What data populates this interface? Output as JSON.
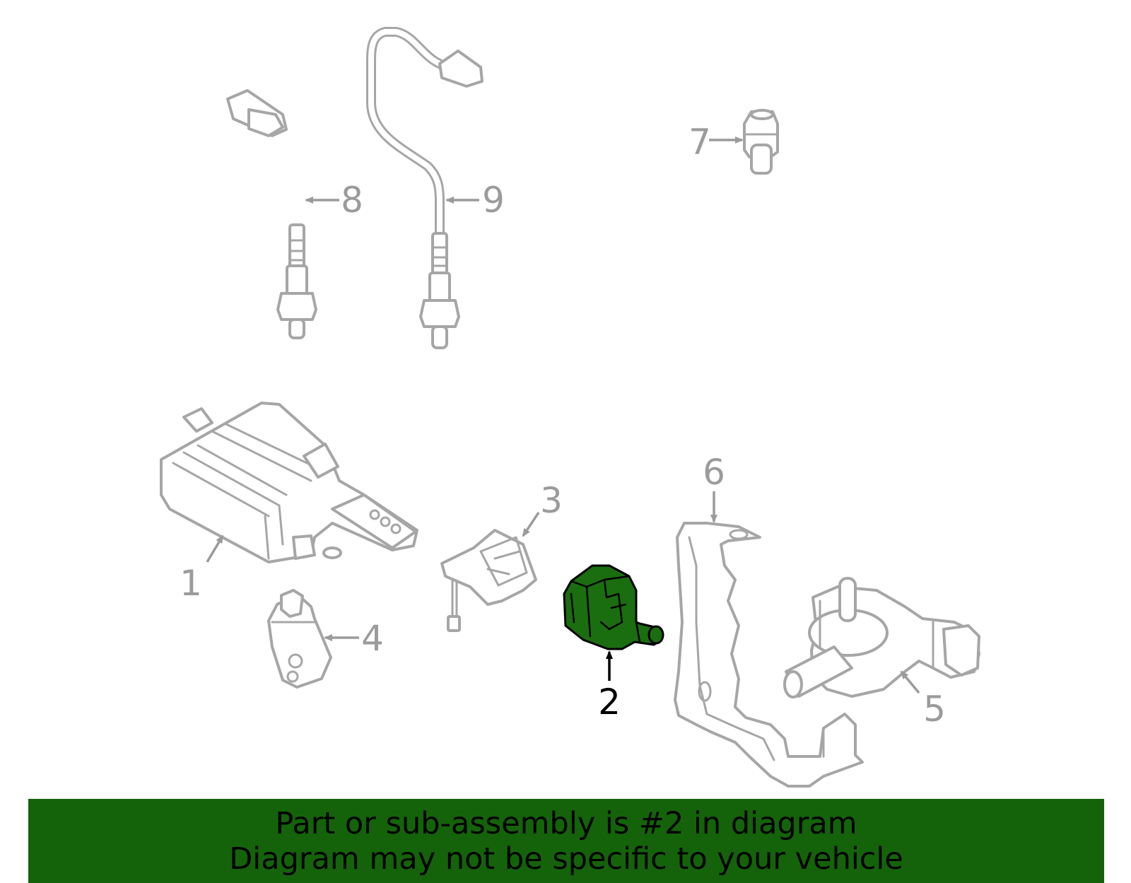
{
  "diagram": {
    "highlight_color": "#14630a",
    "callouts": [
      {
        "id": "1",
        "label": "1",
        "highlighted": false
      },
      {
        "id": "2",
        "label": "2",
        "highlighted": true
      },
      {
        "id": "3",
        "label": "3",
        "highlighted": false
      },
      {
        "id": "4",
        "label": "4",
        "highlighted": false
      },
      {
        "id": "5",
        "label": "5",
        "highlighted": false
      },
      {
        "id": "6",
        "label": "6",
        "highlighted": false
      },
      {
        "id": "7",
        "label": "7",
        "highlighted": false
      },
      {
        "id": "8",
        "label": "8",
        "highlighted": false
      },
      {
        "id": "9",
        "label": "9",
        "highlighted": false
      }
    ]
  },
  "banner": {
    "line1": "Part or sub-assembly is #2 in diagram",
    "line2": "Diagram may not be specific to your vehicle",
    "background": "#14630a"
  }
}
